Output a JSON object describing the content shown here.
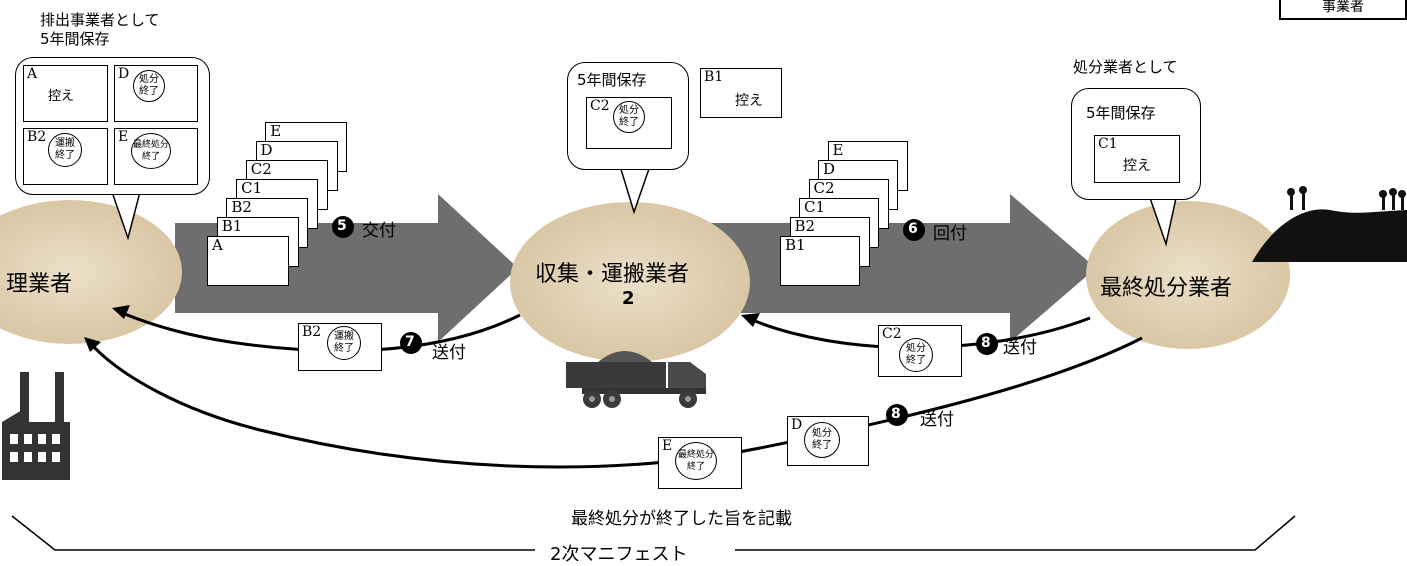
{
  "labels": {
    "emitter_keep_line1": "排出事業者として",
    "emitter_keep_line2": "5年間保存",
    "carrier_keep": "5年間保存",
    "disposer_as": "処分業者として",
    "disposer_keep": "5年間保存",
    "final_note": "最終処分が終了した旨を記載",
    "bottom_caption": "2次マニフェスト",
    "corner_text": "事業者"
  },
  "nodes": {
    "left": "理業者",
    "middle_line1": "収集・運搬業者",
    "middle_line2": "2",
    "right": "最終処分業者"
  },
  "steps": {
    "s5": {
      "num": "5",
      "text": "交付"
    },
    "s6": {
      "num": "6",
      "text": "回付"
    },
    "s7": {
      "num": "7",
      "text": "送付"
    },
    "s8a": {
      "num": "8",
      "text": "送付"
    },
    "s8b": {
      "num": "8",
      "text": "送付"
    }
  },
  "docs": {
    "emitter_A": {
      "code": "A",
      "sub": "控え"
    },
    "emitter_D": {
      "code": "D",
      "stamp1": "処分",
      "stamp2": "終了"
    },
    "emitter_B2": {
      "code": "B2",
      "stamp1": "運搬",
      "stamp2": "終了"
    },
    "emitter_E": {
      "code": "E",
      "stamp1": "最終処分",
      "stamp2": "終了"
    },
    "carrier_C2": {
      "code": "C2",
      "stamp1": "処分",
      "stamp2": "終了"
    },
    "carrier_B1": {
      "code": "B1",
      "sub": "控え"
    },
    "disposer_C1": {
      "code": "C1",
      "sub": "控え"
    },
    "send_B2": {
      "code": "B2",
      "stamp1": "運搬",
      "stamp2": "終了"
    },
    "send_C2": {
      "code": "C2",
      "stamp1": "処分",
      "stamp2": "終了"
    },
    "send_D": {
      "code": "D",
      "stamp1": "処分",
      "stamp2": "終了"
    },
    "send_E": {
      "code": "E",
      "stamp1": "最終処分",
      "stamp2": "終了"
    }
  },
  "stack1": [
    "E",
    "D",
    "C2",
    "C1",
    "B2",
    "B1",
    "A"
  ],
  "stack2": [
    "E",
    "D",
    "C2",
    "C1",
    "B2",
    "B1"
  ],
  "colors": {
    "arrow_fill": "#6e6e6e",
    "node_fill": "#e3d4b8",
    "line": "#000000"
  }
}
